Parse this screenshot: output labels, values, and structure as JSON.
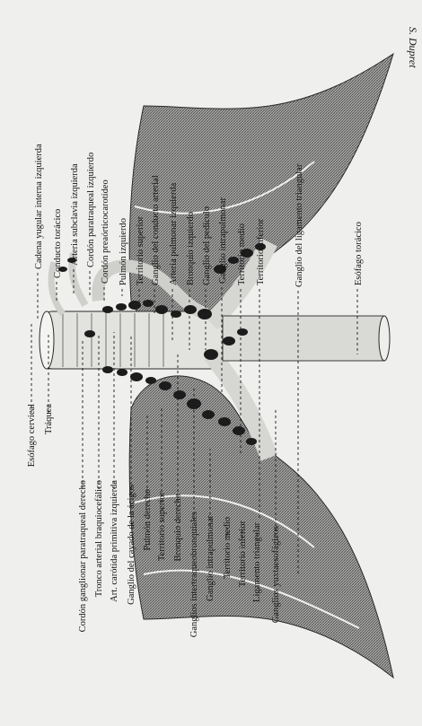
{
  "labels_left": [
    "Esófago cervical",
    "Tráquea",
    "Cordón ganglionar paratraqueal derecho",
    "Tronco arterial braquiocefálico",
    "Art. carótida primitiva izquierda",
    "Ganglio del cayado de la ácigos",
    "Pulmón derecho",
    "Territorio superior",
    "Bronquio derecho",
    "Ganglios intertraqueobronquiales",
    "Ganglio intrapulmonar",
    "Territorio medio",
    "Territorio inferior",
    "Ligamento triangular",
    "Ganglios yuxtaesofágicos"
  ],
  "labels_right": [
    "Cadena yugular interna izquierda",
    "Conducto torácico",
    "Arteria subclavia izquierda",
    "Cordón paratraqueal izquierdo",
    "Cordón preaórticocarotídeo",
    "Pulmón izquierdo",
    "Territorio superior",
    "Ganglio del conducto arterial",
    "Arteria pulmonar izquierda",
    "Bronquio izquierdo",
    "Ganglio del pedículo",
    "Ganglio intrapulmonar",
    "Territorio medio",
    "Territorio inferior",
    "Ganglio del ligamento triangular",
    "Esófago torácico"
  ],
  "signature": "S. Dupret",
  "colors": {
    "background": "#efefed",
    "ink": "#141414",
    "lung_fill": "#9c9c9c",
    "node_fill": "#1c1c1c",
    "vessel_fill": "#d9d9d6"
  }
}
